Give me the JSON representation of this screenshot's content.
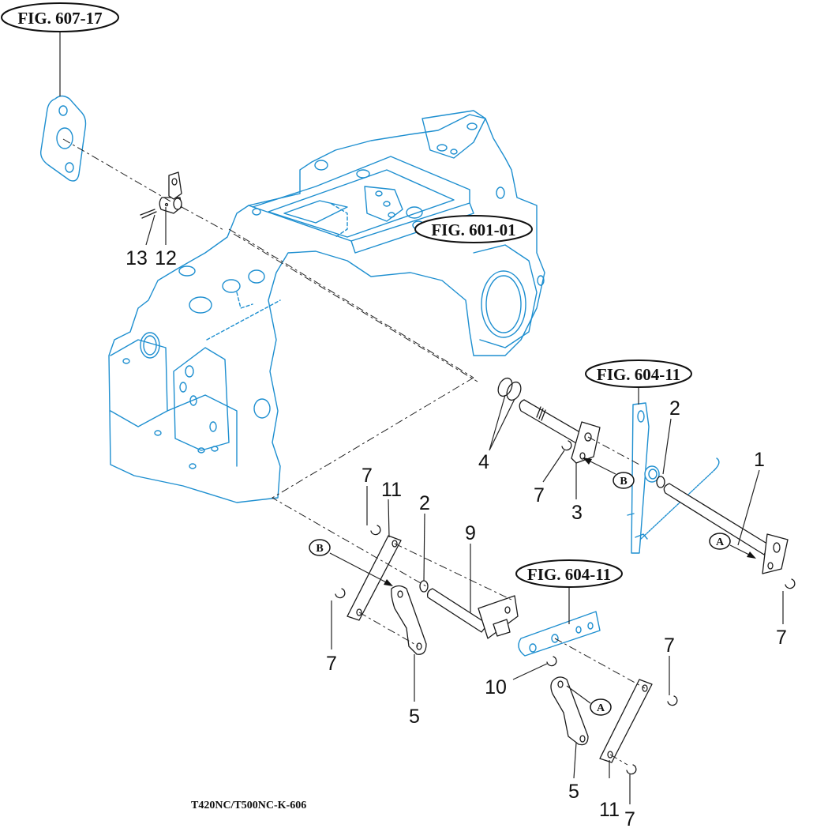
{
  "figure_refs": [
    {
      "id": "ref-607-17",
      "label": "FIG. 607-17"
    },
    {
      "id": "ref-601-01",
      "label": "FIG. 601-01"
    },
    {
      "id": "ref-604-11-upper",
      "label": "FIG. 604-11"
    },
    {
      "id": "ref-604-11-lower",
      "label": "FIG. 604-11"
    }
  ],
  "callouts": {
    "n1": "1",
    "n2a": "2",
    "n2b": "2",
    "n3": "3",
    "n4": "4",
    "n5a": "5",
    "n5b": "5",
    "n7a": "7",
    "n7b": "7",
    "n7c": "7",
    "n7d": "7",
    "n7e": "7",
    "n7f": "7",
    "n9": "9",
    "n10": "10",
    "n11a": "11",
    "n11b": "11",
    "n12": "12",
    "n13": "13"
  },
  "connection_markers": {
    "a_upper": "A",
    "a_lower": "A",
    "b_upper": "B",
    "b_lower": "B"
  },
  "drawing_code": "T420NC/T500NC-K-606",
  "colors": {
    "reference_parts": "#1e8fd0",
    "parts": "#1a1a1a"
  }
}
